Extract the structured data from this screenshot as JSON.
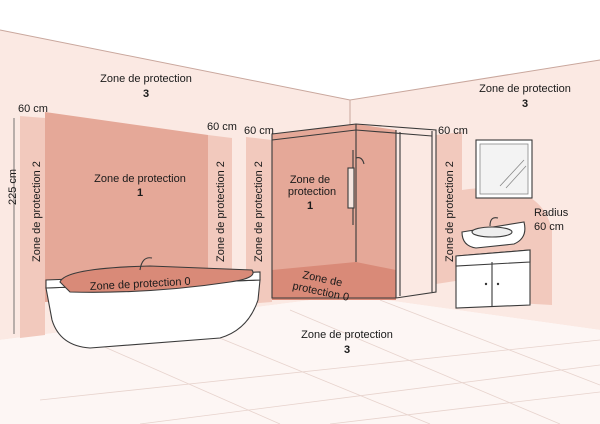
{
  "labels": {
    "zone3_upper_left": {
      "text": "Zone de protection",
      "num": "3"
    },
    "zone3_upper_right": {
      "text": "Zone de protection",
      "num": "3"
    },
    "zone3_floor": {
      "text": "Zone de protection",
      "num": "3"
    },
    "zone1_wall": {
      "text": "Zone de protection",
      "num": "1"
    },
    "zone1_shower_line1": "Zone de",
    "zone1_shower_line2": "protection",
    "zone1_shower_num": "1",
    "zone2_left": "Zone de protection 2",
    "zone2_mid": "Zone de protection 2",
    "zone2_shower_left": "Zone de protection 2",
    "zone2_right": "Zone de protection 2",
    "zone0_bath": "Zone de protection 0",
    "zone0_shower_line1": "Zone de",
    "zone0_shower_line2": "protection 0",
    "dim_225": "225 cm",
    "dim_60_left": "60 cm",
    "dim_60_mid": "60 cm",
    "dim_60_shower": "60 cm",
    "dim_60_right": "60 cm",
    "radius_line1": "Radius",
    "radius_line2": "60 cm"
  },
  "colors": {
    "zone1": "#e5a898",
    "zone0": "#d98a78",
    "zone2": "#f2c9bd",
    "zone3_wall": "#fbe9e3",
    "floor": "#ffffff",
    "line": "#3a3a3a"
  }
}
